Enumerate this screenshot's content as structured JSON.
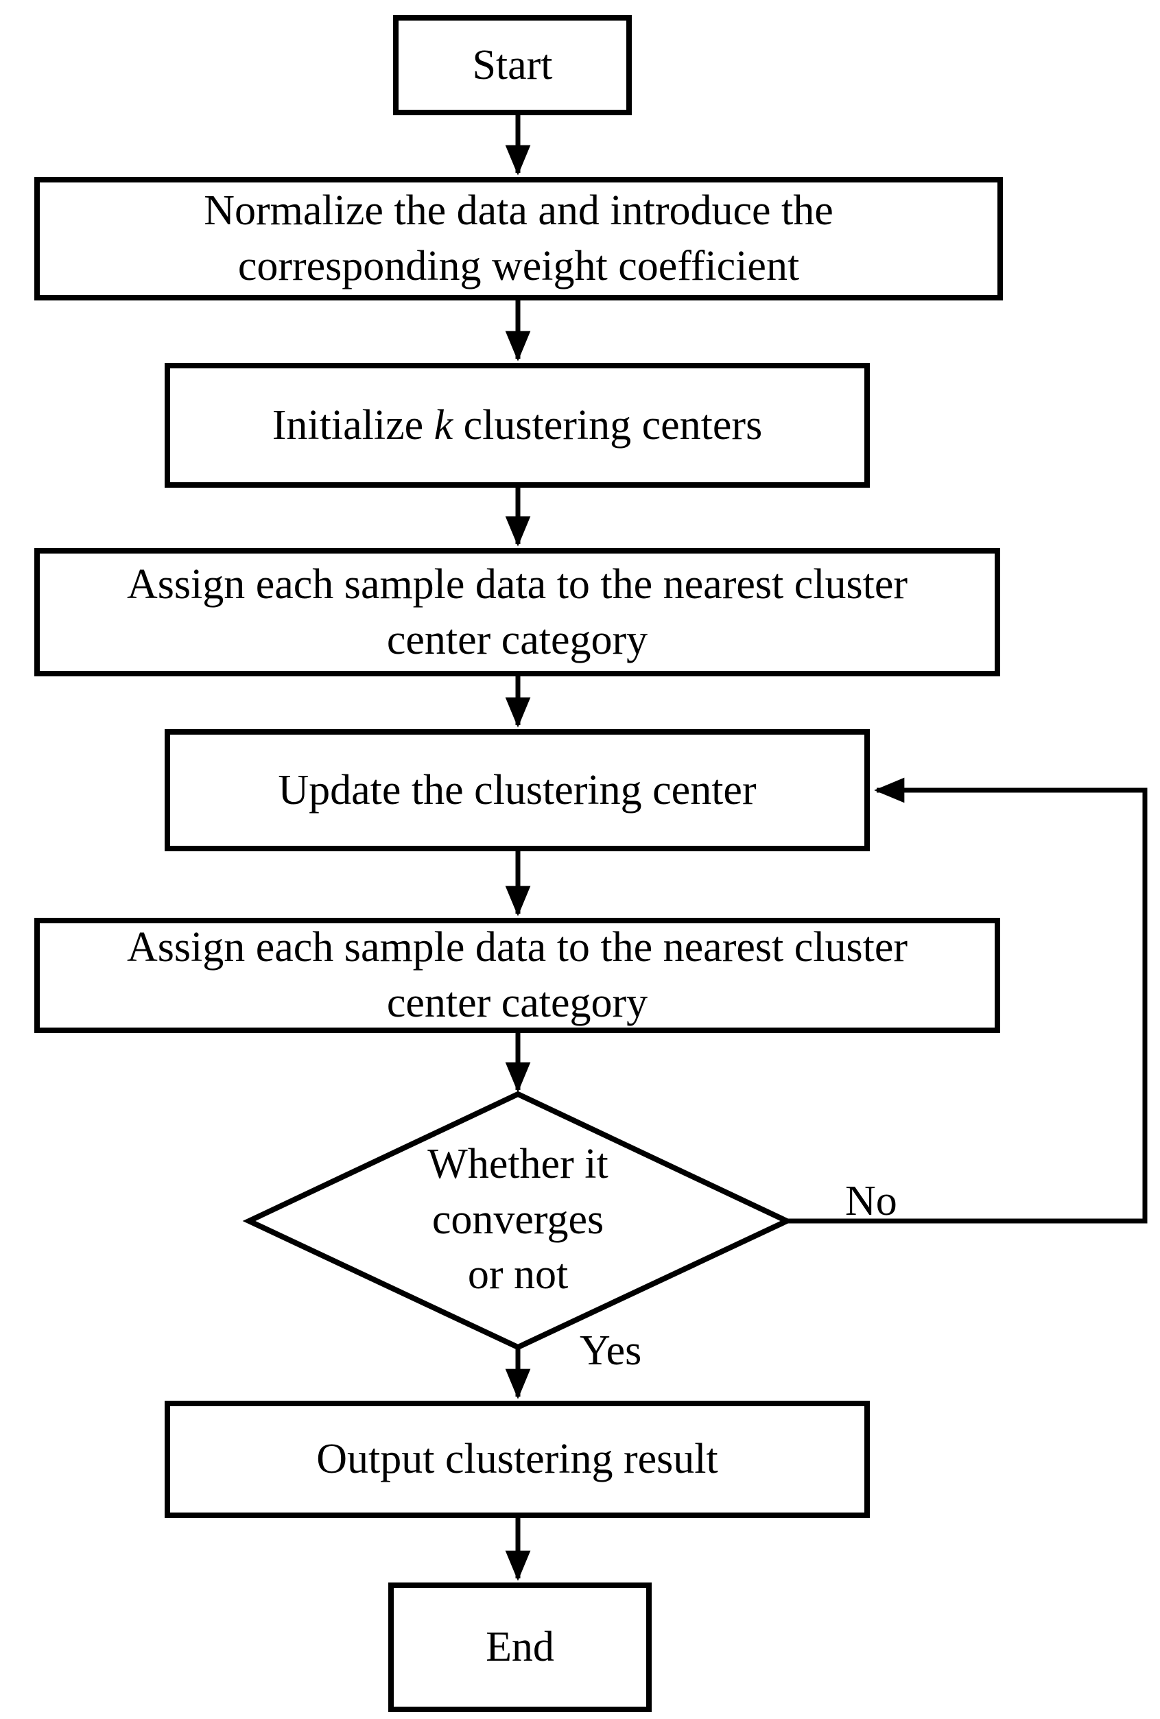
{
  "diagram": {
    "background_color": "#ffffff",
    "line_color": "#000000",
    "nodes": {
      "start": {
        "label": "Start"
      },
      "normalize": {
        "line1": "Normalize the data and introduce the",
        "line2": "corresponding weight coefficient"
      },
      "initialize": {
        "pre": "Initialize ",
        "var": "k",
        "post": " clustering centers"
      },
      "assign_first": {
        "line1": "Assign each sample data to the nearest cluster",
        "line2": "center category"
      },
      "update": {
        "label": "Update the clustering center"
      },
      "assign_second": {
        "line1": "Assign each sample data to the nearest cluster",
        "line2": "center category"
      },
      "decision": {
        "line1": "Whether it",
        "line2": "converges",
        "line3": "or not"
      },
      "output": {
        "label": "Output clustering result"
      },
      "end": {
        "label": "End"
      }
    },
    "edge_labels": {
      "no": "No",
      "yes": "Yes"
    }
  }
}
